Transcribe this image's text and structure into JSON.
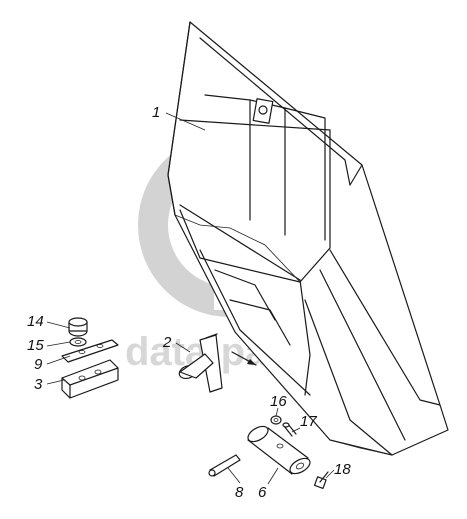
{
  "watermark": {
    "text": "data-parts"
  },
  "callouts": [
    {
      "id": "1",
      "label": "1"
    },
    {
      "id": "2",
      "label": "2"
    },
    {
      "id": "3",
      "label": "3"
    },
    {
      "id": "6",
      "label": "6"
    },
    {
      "id": "8",
      "label": "8"
    },
    {
      "id": "9",
      "label": "9"
    },
    {
      "id": "14",
      "label": "14"
    },
    {
      "id": "15",
      "label": "15"
    },
    {
      "id": "16",
      "label": "16"
    },
    {
      "id": "17",
      "label": "17"
    },
    {
      "id": "18",
      "label": "18"
    }
  ]
}
